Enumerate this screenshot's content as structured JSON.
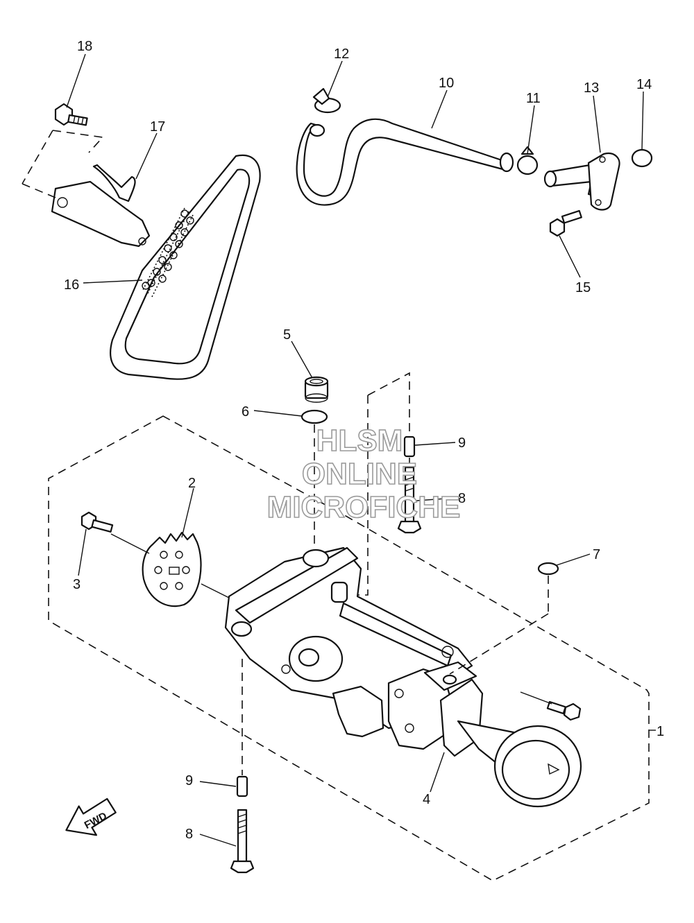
{
  "watermark": {
    "line1": "HLSM",
    "line2": "ONLINE",
    "line3": "MICROFICHE"
  },
  "direction_badge": "FWD",
  "callouts": [
    {
      "id": "c1",
      "label": "1"
    },
    {
      "id": "c2",
      "label": "2"
    },
    {
      "id": "c3",
      "label": "3"
    },
    {
      "id": "c4",
      "label": "4"
    },
    {
      "id": "c5",
      "label": "5"
    },
    {
      "id": "c6",
      "label": "6"
    },
    {
      "id": "c7",
      "label": "7"
    },
    {
      "id": "c8a",
      "label": "8"
    },
    {
      "id": "c8b",
      "label": "8"
    },
    {
      "id": "c9a",
      "label": "9"
    },
    {
      "id": "c9b",
      "label": "9"
    },
    {
      "id": "c10",
      "label": "10"
    },
    {
      "id": "c11",
      "label": "11"
    },
    {
      "id": "c12",
      "label": "12"
    },
    {
      "id": "c13",
      "label": "13"
    },
    {
      "id": "c14",
      "label": "14"
    },
    {
      "id": "c15",
      "label": "15"
    },
    {
      "id": "c16",
      "label": "16"
    },
    {
      "id": "c17",
      "label": "17"
    },
    {
      "id": "c18",
      "label": "18"
    }
  ]
}
